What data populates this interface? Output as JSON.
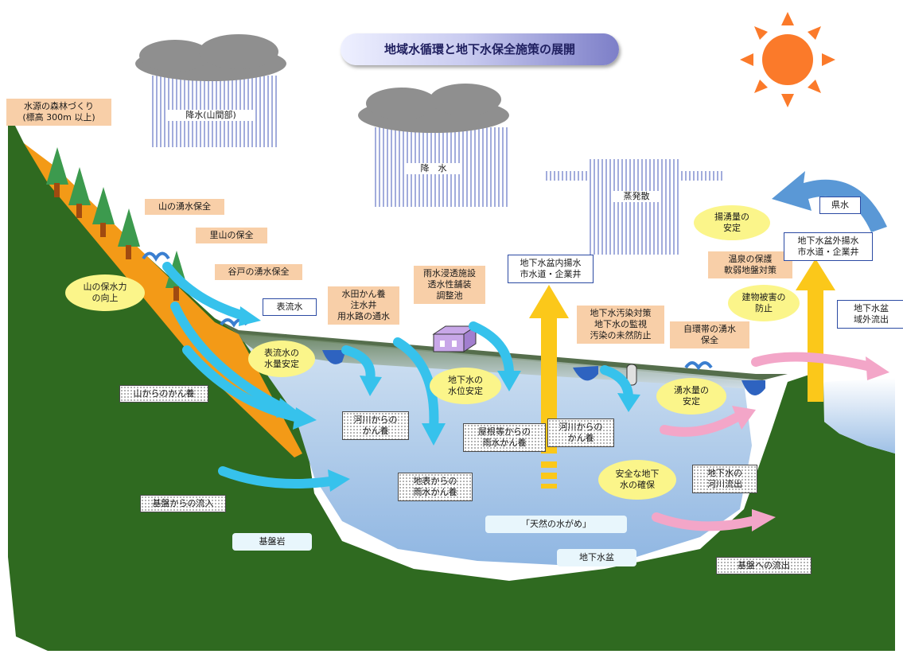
{
  "title": "地域水循環と地下水保全施策の展開",
  "clouds": {
    "mountain_rain": "降水(山間部)",
    "rain": "降　水",
    "evaporation": "蒸発散"
  },
  "labels": {
    "forest": "水源の森林づくり\n(標高 300m 以上)",
    "spring_mountain": "山の湧水保全",
    "satoyama": "里山の保全",
    "yato_spring": "谷戸の湧水保全",
    "surface_water": "表流水",
    "paddy": "水田かん養\n注水井\n用水路の通水",
    "rain_facility": "雨水浸透施設\n透水性舗装\n調整池",
    "intra_pumping": "地下水盆内揚水\n市水道・企業井",
    "pollution": "地下水汚染対策\n地下水の監視\n汚染の未然防止",
    "spring_env": "自環帯の湧水\n保全",
    "hot_spring": "温泉の保護\n軟弱地盤対策",
    "extra_pumping": "地下水盆外揚水\n市水道・企業井",
    "prefectural_water": "県水",
    "outflow_basin": "地下水盆\n域外流出"
  },
  "ovals": {
    "mountain_retention": "山の保水力\nの向上",
    "surface_stable": "表流水の\n水量安定",
    "gw_level": "地下水の\n水位安定",
    "pumping_stable": "揚湧量の\n安定",
    "building_damage": "建物被害の\n防止",
    "spring_stable": "湧水量の\n安定",
    "safe_gw": "安全な地下\n水の確保"
  },
  "dotted": {
    "from_mountain": "山からのかん養",
    "from_river_left": "河川からの\nかん養",
    "from_roof": "屋根等からの\n雨水かん養",
    "from_river_right": "河川からの\nかん養",
    "from_surface": "地表からの\n雨水かん養",
    "from_bedrock": "基盤からの流入",
    "river_outflow": "地下水の\n河川流出",
    "to_bedrock": "基盤への流出"
  },
  "pale": {
    "bedrock": "基盤岩",
    "natural_pond": "「天然の水がめ」",
    "basin": "地下水盆"
  },
  "colors": {
    "mountain": "#2f6a20",
    "slope": "#f39a17",
    "groundwater": "#a8c6e8",
    "aqua_arrow": "#36c2ec",
    "pink_arrow": "#f3a6c8",
    "gold_arrow": "#fbc81a",
    "blue_arrow": "#5a98d6",
    "sun": "#fb7a2a",
    "oval": "#fbf58a",
    "peach": "#f8cfa8"
  },
  "icons": [
    "sun-icon",
    "cloud-icon",
    "tree-icon",
    "bird-icon",
    "house-icon",
    "well-icon"
  ]
}
